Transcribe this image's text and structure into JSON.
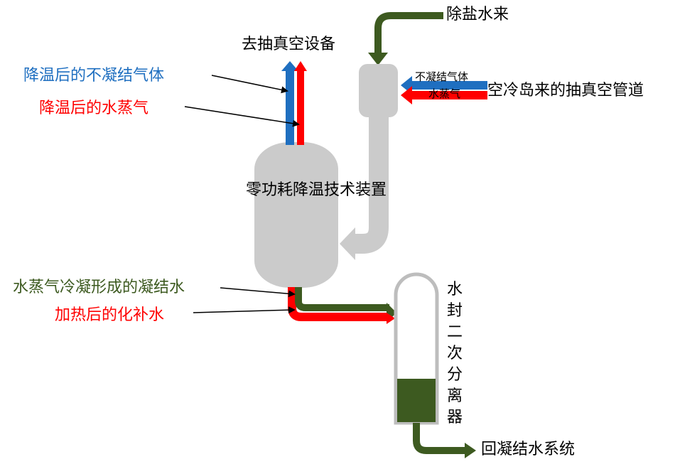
{
  "colors": {
    "green": "#3d5a20",
    "red": "#ff0000",
    "blue": "#1f6fc0",
    "gray": "#cbcbcb",
    "arrow": "#000000",
    "vessel_outline": "#bdbdbd"
  },
  "labels": {
    "demin_water_in": "除盐水来",
    "to_vacuum_equipment": "去抽真空设备",
    "cooled_noncondensable_gas": "降温后的不凝结气体",
    "cooled_water_vapor": "降温后的水蒸气",
    "noncondensable_gas": "不凝结气体",
    "water_vapor": "水蒸气",
    "vacuum_pipe_from_air_cooling_island": "空冷岛来的抽真空管道",
    "device_name": "零功耗降温技术装置",
    "condensed_water_from_vapor": "水蒸气冷凝形成的凝结水",
    "heated_makeup_water": "加热后的化补水",
    "water_seal_separator": "水封二次分离器",
    "return_to_condensate_system": "回凝结水系统"
  }
}
